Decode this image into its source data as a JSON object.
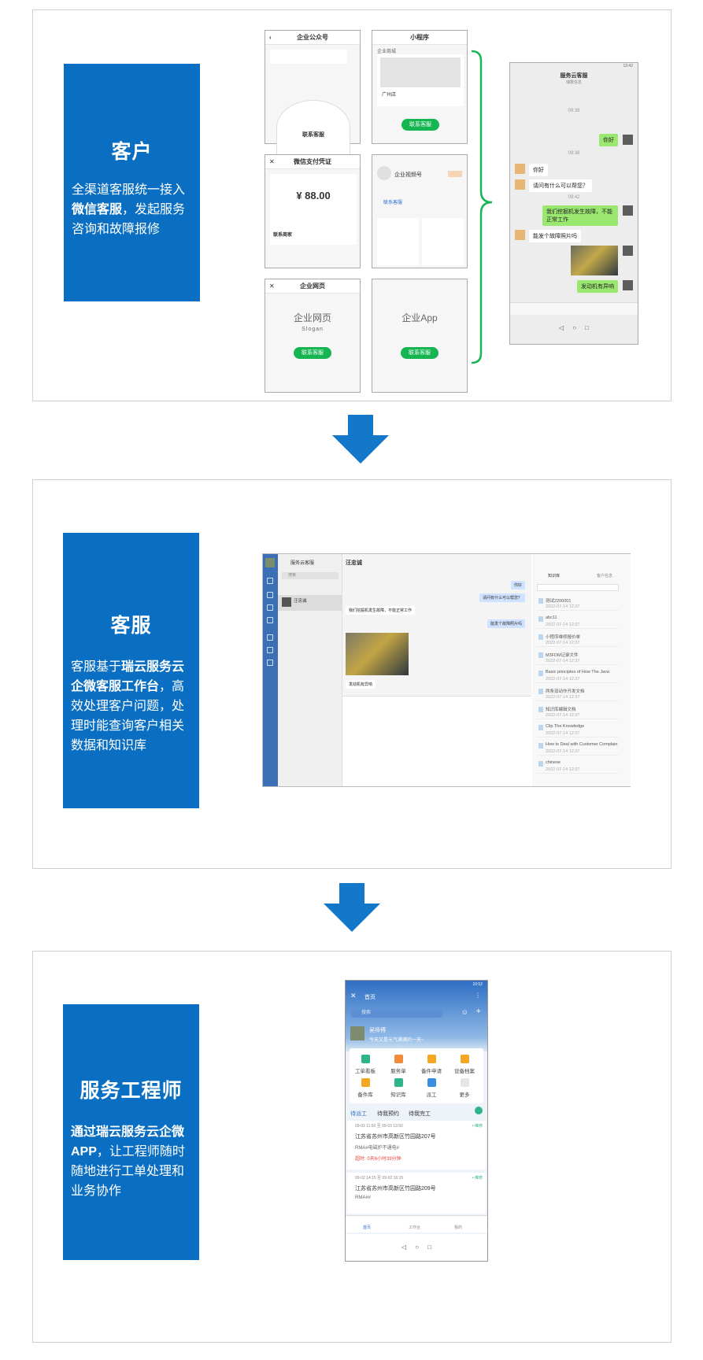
{
  "colors": {
    "accent": "#0a6fc2",
    "arrow": "#1378c9",
    "wechat_green": "#15b551"
  },
  "section1": {
    "card": {
      "title": "客户",
      "desc_a": "全渠道客服统一接入",
      "desc_b": "微信客服",
      "desc_c": "，发起服务咨询和故障报修"
    },
    "m1": {
      "title": "企业公众号",
      "bottom": "联系客服"
    },
    "m2": {
      "title": "小程序",
      "sub": "企业商城",
      "store": "广州店",
      "btn": "联系客服"
    },
    "m3": {
      "title": "微信支付凭证",
      "amount": "¥ 88.00",
      "link": "联系商家"
    },
    "m4": {
      "title": "企业视频号",
      "link": "联系客服"
    },
    "m5": {
      "title": "企业网页",
      "big": "企业网页",
      "slogan": "Slogan",
      "btn": "联系客服"
    },
    "m6": {
      "big": "企业App",
      "btn": "联系客服"
    },
    "chat": {
      "status": "12:42",
      "title": "服务云客服",
      "sub": "瑞数信息",
      "time1": "09:38",
      "time2": "09:42",
      "msgs": [
        "你好",
        "你好",
        "请问有什么可以帮您？",
        "我们挖掘机发生故障，不能正常工作",
        "能发个故障照片吗",
        "发动机有异响"
      ]
    }
  },
  "section2": {
    "card": {
      "title": "客服",
      "desc_a": "客服基于",
      "desc_b": "瑞云服务云企微客服工作台",
      "desc_c": "，高效处理客户问题，处理时能查询客户相关数据和知识库"
    },
    "ws": {
      "app": "服务云客服",
      "search": "搜索",
      "contact": "汪忠诚",
      "chat_title": "汪忠诚",
      "msgs": [
        "你好",
        "请问有什么可以帮您？",
        "我们挖掘机发生故障，不能正常工作",
        "能发个故障照片吗",
        "发动机有异响"
      ],
      "tabs": [
        "知识库",
        "客户信息"
      ],
      "kb": [
        "测试2206001",
        "abc11",
        "小程序维修报价单",
        "M3FDM记录文件",
        "Basic principles of How The Java",
        "两条双动作开发文档",
        "知识库编辑文档",
        "Clip The Knowledge",
        "How to Deal with Customer Complain",
        "chinese"
      ],
      "kb_date": "2022-07-14 12:37"
    }
  },
  "section3": {
    "card": {
      "title": "服务工程师",
      "desc_a": "通过瑞云服务云企微APP",
      "desc_c": "，让工程师随时随地进行工单处理和业务协作"
    },
    "app": {
      "status": "10:52",
      "title": "首页",
      "search": "搜索",
      "user": "吴师傅",
      "greet": "今天又是元气满满的一天~",
      "grid": [
        "工单看板",
        "服务单",
        "备件申请",
        "设备档案",
        "备件库",
        "知识库",
        "派工",
        "更多"
      ],
      "tabs": [
        "待派工",
        "待我预约",
        "待我完工"
      ],
      "o1": {
        "time": "09-03 11:50 至 09-03 13:50",
        "status": "• 维修",
        "addr": "江苏省苏州市高新区竹园路207号",
        "desc": "RMA#电磁炉不通电#",
        "warn": "超时: 0天6小时39分钟"
      },
      "o2": {
        "time": "09-02 14:15 至 09-02 16:15",
        "status": "• 维修",
        "addr": "江苏省苏州市高新区竹园路209号",
        "desc": "RMA##"
      },
      "nav": [
        "首页",
        "工作台",
        "我的"
      ]
    }
  }
}
